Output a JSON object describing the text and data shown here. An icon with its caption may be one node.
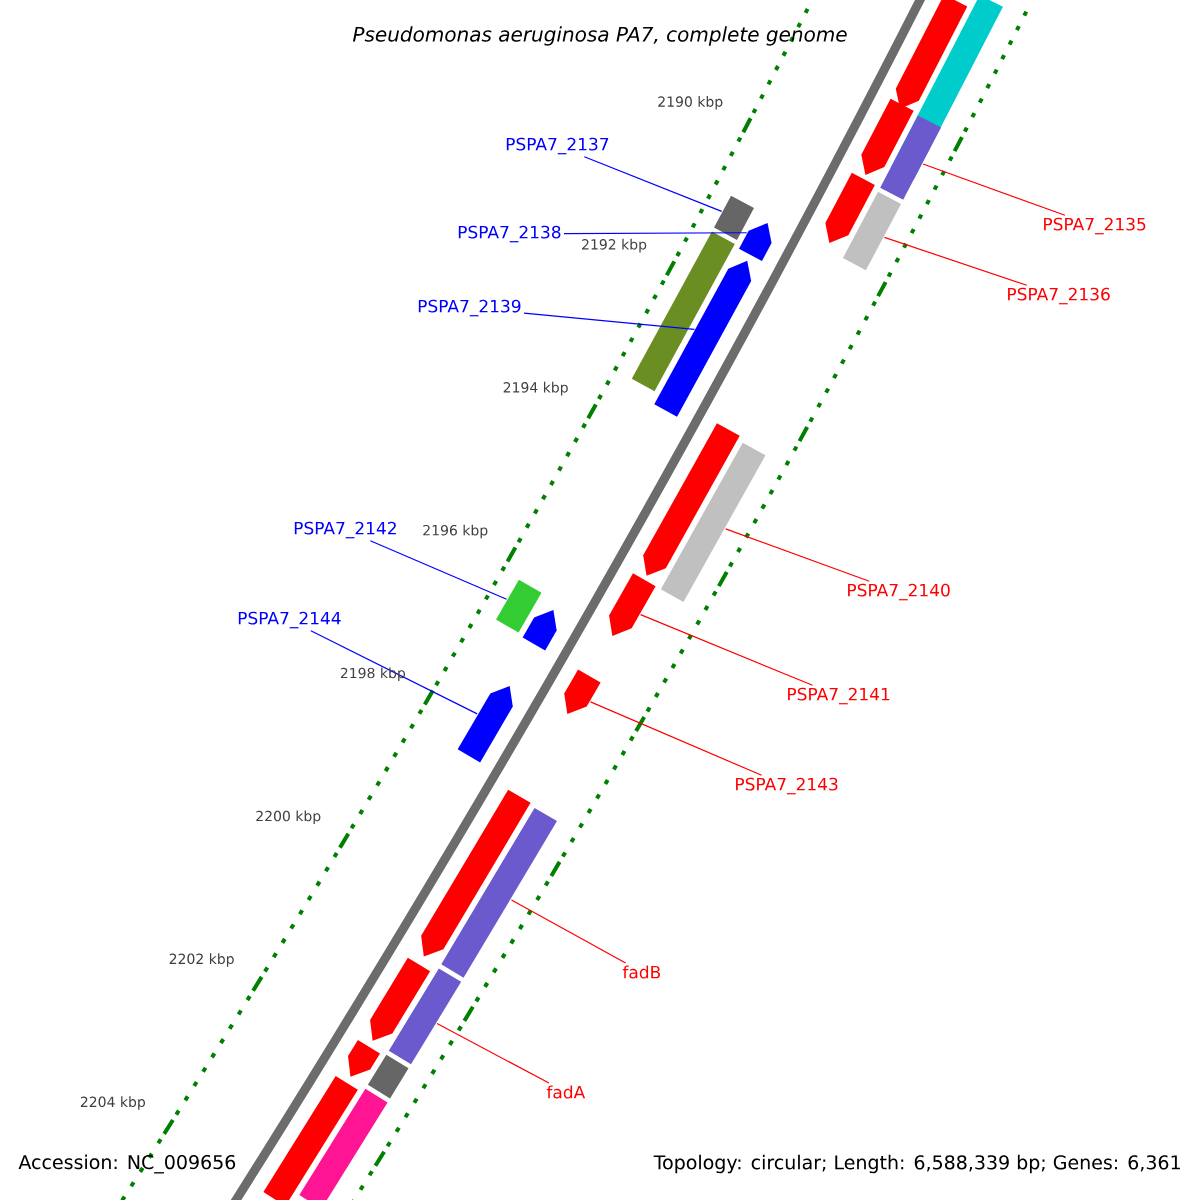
{
  "diagram": {
    "title": "Pseudomonas aeruginosa PA7, complete genome",
    "nodes": [
      {
        "text": [
          "PSPA7_2137"
        ]
      },
      {
        "text": [
          "PSPA7_2135"
        ]
      },
      {
        "text": [
          "PSPA7_2138"
        ]
      },
      {
        "text": [
          "PSPA7_2136"
        ]
      },
      {
        "text": [
          "PSPA7_2139"
        ]
      },
      {
        "text": [
          "PSPA7_2142"
        ]
      },
      {
        "text": [
          "PSPA7_2140"
        ]
      },
      {
        "text": [
          "PSPA7_2144"
        ]
      },
      {
        "text": [
          "PSPA7_2141"
        ]
      },
      {
        "text": [
          "PSPA7_2143"
        ]
      },
      {
        "text": [
          "fadB"
        ]
      },
      {
        "text": [
          "fadA"
        ]
      },
      {
        "text": [],
        "shape": "arrow"
      },
      {
        "text": [],
        "shape": "bar"
      },
      {
        "text": [],
        "shape": "arrow"
      },
      {
        "text": [],
        "shape": "bar"
      },
      {
        "text": [],
        "shape": "arrow"
      },
      {
        "text": [],
        "shape": "bar"
      },
      {
        "text": [],
        "shape": "bar"
      },
      {
        "text": [],
        "shape": "arrow"
      },
      {
        "text": [],
        "shape": "bar"
      },
      {
        "text": [],
        "shape": "arrow"
      },
      {
        "text": [],
        "shape": "arrow"
      },
      {
        "text": [],
        "shape": "bar"
      },
      {
        "text": [],
        "shape": "arrow"
      },
      {
        "text": [],
        "shape": "bar"
      },
      {
        "text": [],
        "shape": "arrow"
      },
      {
        "text": [],
        "shape": "arrow"
      },
      {
        "text": [],
        "shape": "arrow"
      },
      {
        "text": [],
        "shape": "arrow"
      },
      {
        "text": [],
        "shape": "bar"
      },
      {
        "text": [],
        "shape": "arrow"
      },
      {
        "text": [],
        "shape": "bar"
      },
      {
        "text": [],
        "shape": "arrow"
      },
      {
        "text": [],
        "shape": "bar"
      },
      {
        "text": [],
        "shape": "bar"
      },
      {
        "text": [],
        "shape": "bar"
      }
    ],
    "edges": [
      {
        "from": 0,
        "to": 18,
        "arrow": "none",
        "color": "#0000ff"
      },
      {
        "from": 1,
        "to": 15,
        "arrow": "none"
      },
      {
        "from": 2,
        "to": 19,
        "arrow": "none",
        "color": "#0000ff"
      },
      {
        "from": 3,
        "to": 17,
        "arrow": "none"
      },
      {
        "from": 4,
        "to": 21,
        "arrow": "none",
        "color": "#0000ff"
      },
      {
        "from": 5,
        "to": 25,
        "arrow": "none",
        "color": "#0000ff"
      },
      {
        "from": 6,
        "to": 23,
        "arrow": "none"
      },
      {
        "from": 7,
        "to": 28,
        "arrow": "none",
        "color": "#0000ff"
      },
      {
        "from": 8,
        "to": 24,
        "arrow": "none"
      },
      {
        "from": 9,
        "to": 27,
        "arrow": "none"
      },
      {
        "from": 10,
        "to": 30,
        "arrow": "none"
      },
      {
        "from": 11,
        "to": 32,
        "arrow": "none"
      }
    ],
    "labels": [
      "2190 kbp",
      "2192 kbp",
      "2194 kbp",
      "2196 kbp",
      "2198 kbp",
      "2200 kbp",
      "2202 kbp",
      "2204 kbp",
      "Accession: NC_009656",
      "Topology: circular; Length: 6,588,339 bp; Genes: 6,361"
    ]
  }
}
